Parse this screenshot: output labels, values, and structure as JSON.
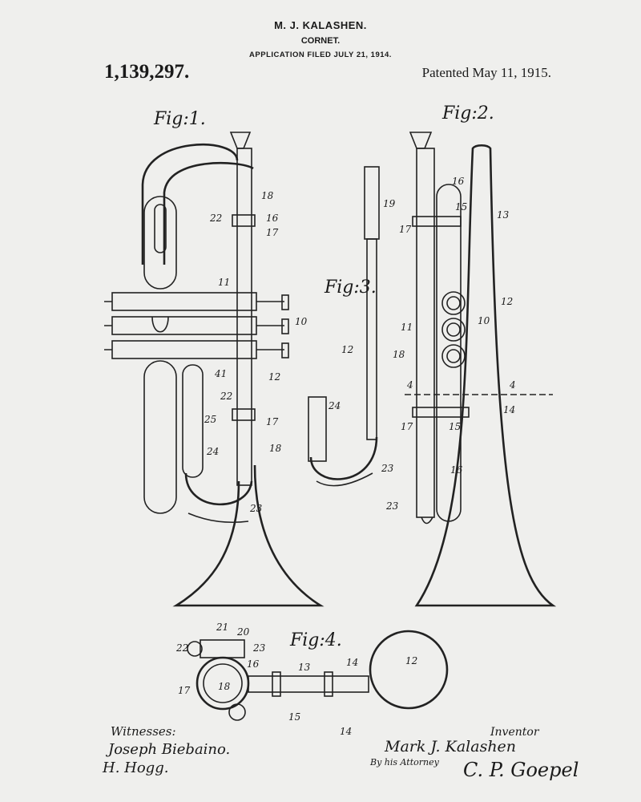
{
  "header": {
    "inventor": "M. J. KALASHEN.",
    "title": "CORNET.",
    "filed": "APPLICATION FILED JULY 21, 1914.",
    "patent_number": "1,139,297.",
    "patented": "Patented May 11, 1915."
  },
  "figures": {
    "fig1": "Fig:1.",
    "fig2": "Fig:2.",
    "fig3": "Fig:3.",
    "fig4": "Fig:4."
  },
  "labels": {
    "l18": "18",
    "l22": "22",
    "l16": "16",
    "l17": "17",
    "l11": "11",
    "l10": "10",
    "l41": "41",
    "l12": "12",
    "l25": "25",
    "l24": "24",
    "l23": "23",
    "l19": "19",
    "l13": "13",
    "l15": "15",
    "l4": "4",
    "l14": "14",
    "l21": "21",
    "l20": "20"
  },
  "signatures": {
    "witnesses": "Witnesses:",
    "witness1": "Joseph Biebaino.",
    "witness2": "H. Hogg.",
    "inventor_label": "Inventor",
    "inventor_sig": "Mark J. Kalashen",
    "attorney_label": "By his Attorney",
    "attorney_sig": "C. P. Goepel"
  }
}
